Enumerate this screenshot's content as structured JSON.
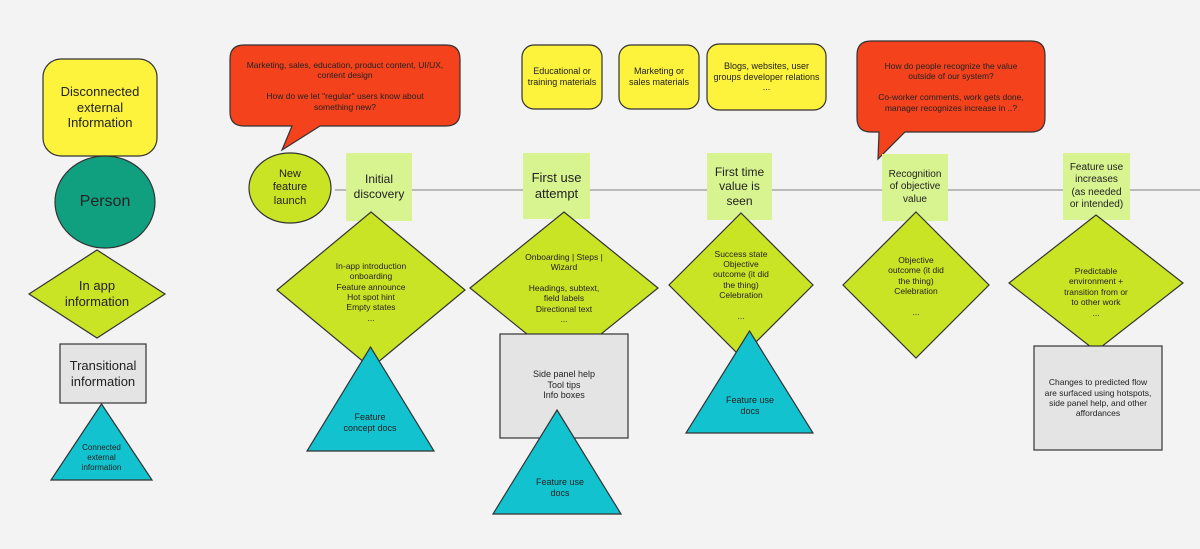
{
  "legend": {
    "disconnected": [
      "Disconnected",
      "external",
      "Information"
    ],
    "person": [
      "Person"
    ],
    "in_app": [
      "In app",
      "information"
    ],
    "transitional": [
      "Transitional",
      "information"
    ],
    "connected": [
      "Connected",
      "external",
      "information"
    ]
  },
  "timeline": {
    "launch": [
      "New",
      "feature",
      "launch"
    ],
    "stages": [
      [
        "Initial",
        "discovery"
      ],
      [
        "First use",
        "attempt"
      ],
      [
        "First time",
        "value is",
        "seen"
      ],
      [
        "Recognition",
        "of objective",
        "value"
      ],
      [
        "Feature use",
        "increases",
        "(as needed",
        "or intended)"
      ]
    ]
  },
  "callouts": {
    "left": [
      "Marketing, sales, education, product content, UI/UX,",
      "content design",
      "",
      "How do we let \"regular\" users know about",
      "something new?"
    ],
    "right": [
      "How do people recognize the value",
      "outside of our system?",
      "",
      "Co-worker comments, work gets done,",
      "manager recognizes increase in ..?"
    ]
  },
  "external_notes": [
    [
      "Educational or",
      "training materials"
    ],
    [
      "Marketing or",
      "sales materials"
    ],
    [
      "Blogs, websites, user",
      "groups developer relations",
      "..."
    ]
  ],
  "diamonds": [
    [
      "In-app introduction",
      "onboarding",
      "Feature announce",
      "Hot spot hint",
      "Empty states",
      "..."
    ],
    [
      "Onboarding | Steps |",
      "Wizard",
      "",
      "Headings, subtext,",
      "field labels",
      "Directional text",
      "..."
    ],
    [
      "Success state",
      "Objective",
      "outcome (it did",
      "the thing)",
      "Celebration",
      "",
      "..."
    ],
    [
      "Objective",
      "outcome (it did",
      "the thing)",
      "Celebration",
      "",
      "..."
    ],
    [
      "Predictable",
      "environment +",
      "transition from or",
      "to other work",
      "..."
    ]
  ],
  "panels": [
    [
      "Side panel help",
      "Tool tips",
      "Info boxes"
    ],
    [
      "Changes to predicted flow",
      "are surfaced using hotspots,",
      "side panel help, and other",
      "affordances"
    ]
  ],
  "triangles": [
    [
      "Feature",
      "concept docs"
    ],
    [
      "Feature use",
      "docs"
    ],
    [
      "Feature use",
      "docs"
    ]
  ],
  "colors": {
    "yellow": "#fdf23c",
    "teal": "#10a080",
    "lime": "#c9e424",
    "grey": "#e4e4e4",
    "cyan": "#12c3cf",
    "red": "#f4421c",
    "sticky": "#d8f490",
    "line": "#999999"
  }
}
